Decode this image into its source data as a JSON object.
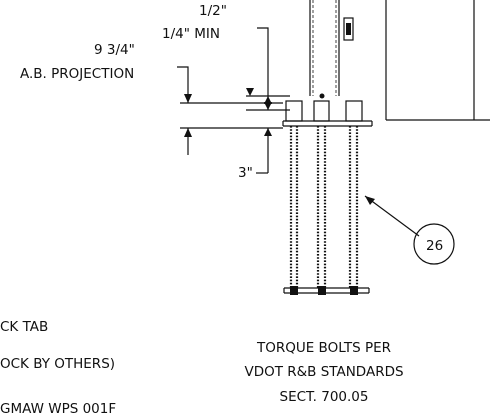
{
  "annotations": {
    "top_dim_1": "1/2\"",
    "top_dim_2": "1/4\" MIN",
    "proj_dim_1": "9 3/4\"",
    "proj_dim_2": "A.B. PROJECTION",
    "gap_dim": "3\"",
    "callout_number": "26",
    "left_note_1": "CK TAB",
    "left_note_2": "OCK BY OTHERS)",
    "left_note_3": "GMAW WPS 001F",
    "torque_note_1": "TORQUE BOLTS PER",
    "torque_note_2": "VDOT R&B STANDARDS",
    "torque_note_3": "SECT. 700.05"
  }
}
